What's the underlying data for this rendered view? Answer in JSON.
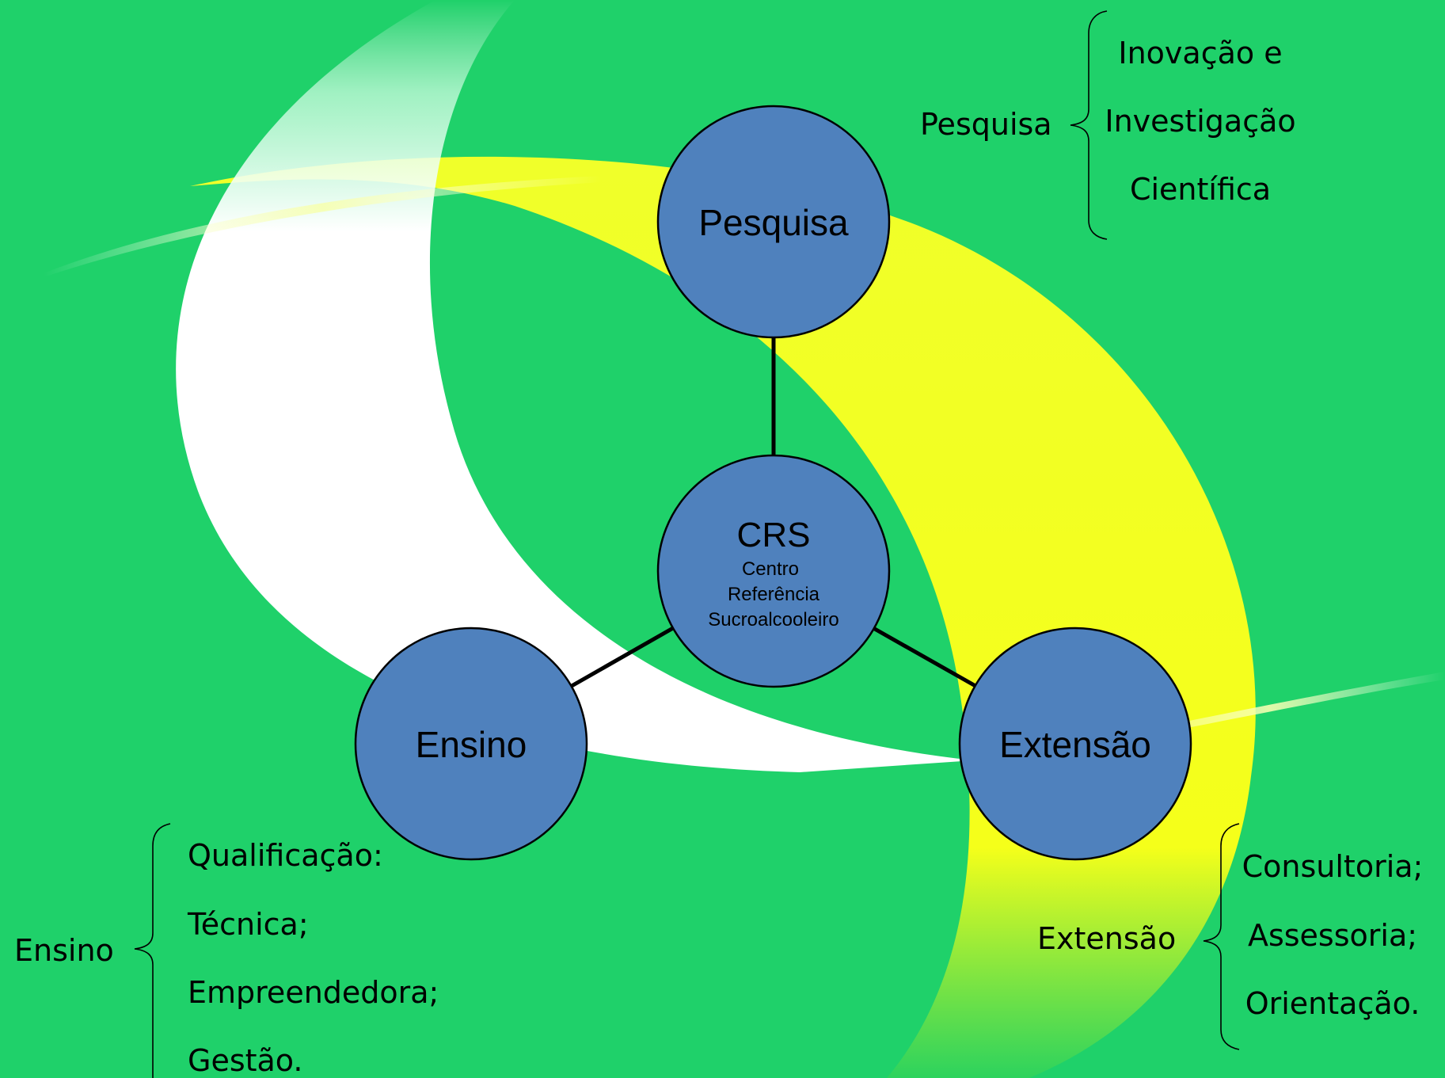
{
  "diagram": {
    "center": {
      "title": "CRS",
      "subtitle_lines": [
        "Centro",
        "Referência",
        "Sucroalcooleiro"
      ]
    },
    "nodes": {
      "pesquisa": "Pesquisa",
      "ensino": "Ensino",
      "extensao": "Extensão"
    },
    "groups": {
      "pesquisa": {
        "label": "Pesquisa",
        "items": [
          "Inovação e",
          "Investigação",
          "Científica"
        ]
      },
      "ensino": {
        "label": "Ensino",
        "items": [
          "Qualificação:",
          "Técnica;",
          "Empreendedora;",
          "Gestão."
        ]
      },
      "extensao": {
        "label": "Extensão",
        "items": [
          "Consultoria;",
          "Assessoria;",
          "Orientação."
        ]
      }
    }
  },
  "colors": {
    "background": "#1fd16a",
    "node_fill": "#4f81bd",
    "swoosh_white": "#ffffff",
    "swoosh_yellow": "#f5ff1a"
  }
}
